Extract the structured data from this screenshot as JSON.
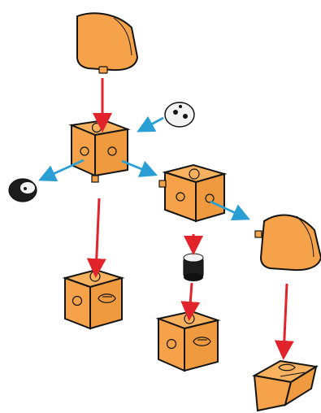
{
  "colors": {
    "background": "#ffffff",
    "part_orange": "#f5a24a",
    "part_outline": "#151515",
    "arrow_red": "#e1242b",
    "arrow_blue": "#2a9fd6",
    "peg_dark": "#1c1c1c",
    "peg_light": "#f3f3f3"
  },
  "parts": [
    "curved-cap-top",
    "hub-cube",
    "white-peg-right",
    "black-peg-left",
    "connector-cube",
    "bottom-left-cube",
    "black-peg-center",
    "bottom-center-cube",
    "curved-cap-right",
    "bottom-right-wedge"
  ],
  "arrows": {
    "red_count": 5,
    "blue_count": 4
  }
}
